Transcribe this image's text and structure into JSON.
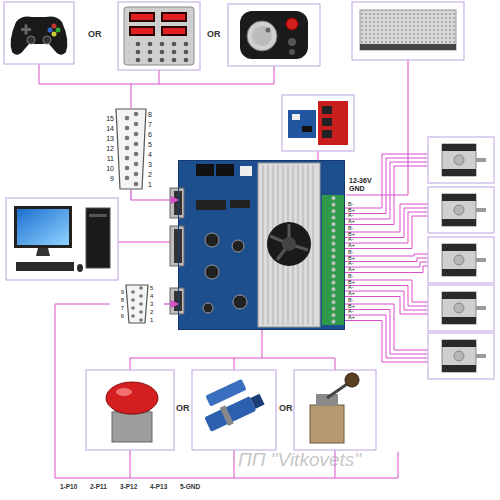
{
  "diagram": {
    "nodes": [
      {
        "text": [
          "15",
          "14",
          "13",
          "12",
          "11",
          "10",
          "9",
          "8",
          "7",
          "6",
          "5",
          "4",
          "3",
          "2",
          "1"
        ]
      },
      {
        "text": [
          "12-36V",
          "GND"
        ]
      },
      {
        "text": [
          "9",
          "8",
          "7",
          "6",
          "5",
          "4",
          "3",
          "2",
          "1"
        ]
      }
    ],
    "edges": [
      {
        "from": 0,
        "to": 1,
        "arrow": "to"
      },
      {
        "from": 2,
        "to": 1,
        "arrow": "to"
      }
    ],
    "labels": [
      "OR",
      "OR",
      "B-",
      "B+",
      "A-",
      "A+",
      "B-",
      "B+",
      "A-",
      "A+",
      "B-",
      "B+",
      "A-",
      "A+",
      "B-",
      "B+",
      "A-",
      "A+",
      "B-",
      "B+",
      "A-",
      "A+",
      "OR",
      "OR",
      "ПП \"Vitkovets\"",
      "1-P10",
      "2-P11",
      "3-P12",
      "4-P13",
      "5-GND"
    ]
  }
}
